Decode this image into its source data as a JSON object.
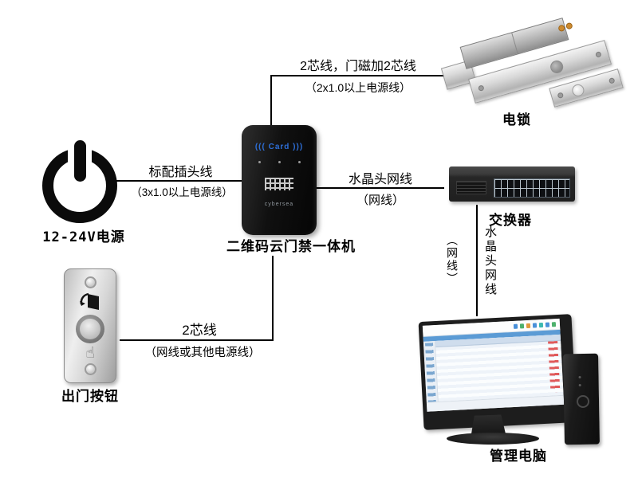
{
  "canvas": {
    "background": "#ffffff",
    "line_color": "#000000"
  },
  "components": {
    "power": {
      "label": "12-24V电源"
    },
    "device": {
      "label": "二维码云门禁一体机",
      "card_marking": "((( Card )))",
      "brand": "cybersea"
    },
    "lock": {
      "label": "电锁"
    },
    "switch": {
      "label": "交换器"
    },
    "computer": {
      "label": "管理电脑"
    },
    "exit_button": {
      "label": "出门按钮"
    }
  },
  "connections": {
    "device_lock": {
      "label_top": "2芯线，门磁加2芯线",
      "label_bottom": "（2x1.0以上电源线）"
    },
    "power_device": {
      "label_top": "标配插头线",
      "label_bottom": "（3x1.0以上电源线）"
    },
    "device_switch": {
      "label_top": "水晶头网线",
      "label_bottom": "（网线）"
    },
    "switch_computer": {
      "label_right": "水晶头网线",
      "label_left": "（网线）"
    },
    "button_device": {
      "label_top": "2芯线",
      "label_bottom": "（网线或其他电源线）"
    }
  },
  "icons": {
    "power_symbol": "power-icon",
    "toolbar_dot_colors": [
      "#4a90d9",
      "#4db06b",
      "#e09a3c",
      "#4a90d9",
      "#3cb8b0",
      "#4a90d9",
      "#4db06b"
    ]
  }
}
